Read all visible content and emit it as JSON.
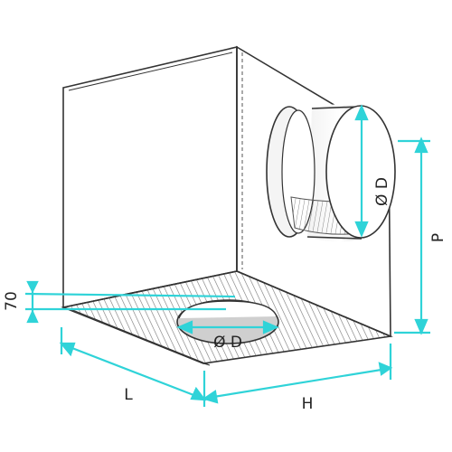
{
  "diagram": {
    "labels": {
      "diameter_side": "Ø D",
      "diameter_bottom": "Ø D",
      "height_p": "P",
      "length_l": "L",
      "width_h": "H",
      "offset_70": "70"
    },
    "colors": {
      "dimension": "#2fd3d8",
      "outline": "#333333",
      "hatch": "#777777",
      "hole_fill": "#cfcfcf"
    }
  }
}
